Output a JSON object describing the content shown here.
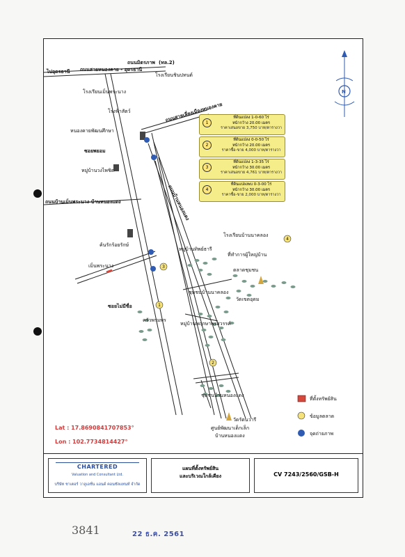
{
  "map": {
    "road_labels": {
      "top_road": "ถนนสายหนองคาย - อุดรธานี",
      "top_road_mid": "ถนนมิตรภาพ",
      "top_road_right": "(ทล.2)",
      "top_left_to": "ไปอุดรธานี",
      "side_road": "ถนนสายเลี่ยงเมืองหนองคาย",
      "main_road": "ถนนบ้านหนองแดง",
      "left_road": "ถนนบ้านเม็นพระนาง-บ้านหนองแดง",
      "lane1": "ซอยพยอม",
      "lane2": "ซอยไม่มีชื่อ"
    },
    "places": {
      "school_top": "โรงเรียนชินปทนต์",
      "school_left": "โรงเรียนเม็นพระนาง",
      "gas": "โรงฟ้าสัตว์",
      "office": "หนองคายพัฒนศึกษา",
      "village1": "หมู่บ้านวงไพชิต",
      "town": "ค้นรักร้อยรักษ์",
      "bridge": "เม็นพระนาง",
      "village_mid": "หมู่บ้านทิพย์ธารี",
      "school_right": "โรงเรียนบ้านนาคลอง",
      "office_right": "ที่ทำการผู้ใหญ่บ้าน",
      "market": "ตลาดชุมชน",
      "community1": "ชุมชนบ้านนาคลอง",
      "temple1": "วัดเขตอุดม",
      "village_low": "หมู่บ้านพฤกษาพรสวรรค์",
      "subject": "ครัวพรมพร",
      "community2": "ชุมชนบ้านหนองแดง",
      "temple2": "วัดรัตนวารี",
      "child_center": "ศูนย์พัฒนาเด็กเล็ก",
      "child_center2": "บ้านหนองแดง"
    },
    "info_boxes": [
      {
        "num": "1",
        "l1": "ที่ดินแปลง 1-0-60 ไร่",
        "l2": "หน้ากว้าง 20.00 เมตร",
        "l3": "ราคาเสนอขาย 3,750 บาท/ตารางวา"
      },
      {
        "num": "2",
        "l1": "ที่ดินแปลง 0-0-50 ไร่",
        "l2": "หน้ากว้าง 20.00 เมตร",
        "l3": "ราคาซื้อ-ขาย 4,000 บาท/ตารางวา"
      },
      {
        "num": "3",
        "l1": "ที่ดินแปลง 1-3-35 ไร่",
        "l2": "หน้ากว้าง 30.00 เมตร",
        "l3": "ราคาเสนอขาย 4,761 บาท/ตารางวา"
      },
      {
        "num": "4",
        "l1": "ที่ดินแปลงพบ 0-3-00 ไร่",
        "l2": "หน้ากว้าง 30.00 เมตร",
        "l3": "ราคาซื้อ-ขาย 2,000 บาท/ตารางวา"
      }
    ],
    "markers": [
      "1",
      "2",
      "3",
      "4"
    ],
    "legend": {
      "subject": "ที่ตั้งทรัพย์สิน",
      "market_data": "ข้อมูลตลาด",
      "photo_point": "จุดถ่ายภาพ"
    },
    "coords": {
      "lat": "Lat : 17.8690841707853°",
      "lon": "Lon : 102.7734814427°"
    },
    "north": "N"
  },
  "title_block": {
    "company_name": "CHARTERED",
    "company_tag": "Valuation and Consultant Ltd.",
    "company_thai": "บริษัท ชาเตอร์ วาลูเอชั่น แอนด์ คอนซัลแทนท์ จำกัด",
    "map_title_1": "แผนที่ตั้งทรัพย์สิน",
    "map_title_2": "และบริเวณใกล้เคียง",
    "ref": "CV 7243/2560/GSB-H"
  },
  "annotations": {
    "handwritten": "3841",
    "stamp": "22 ธ.ค. 2561"
  },
  "colors": {
    "marker": "#f6e27a",
    "info_bg": "#f5ec8a",
    "subject": "#d9473b",
    "photo": "#2f5bb3",
    "coord": "#d23a3a"
  }
}
